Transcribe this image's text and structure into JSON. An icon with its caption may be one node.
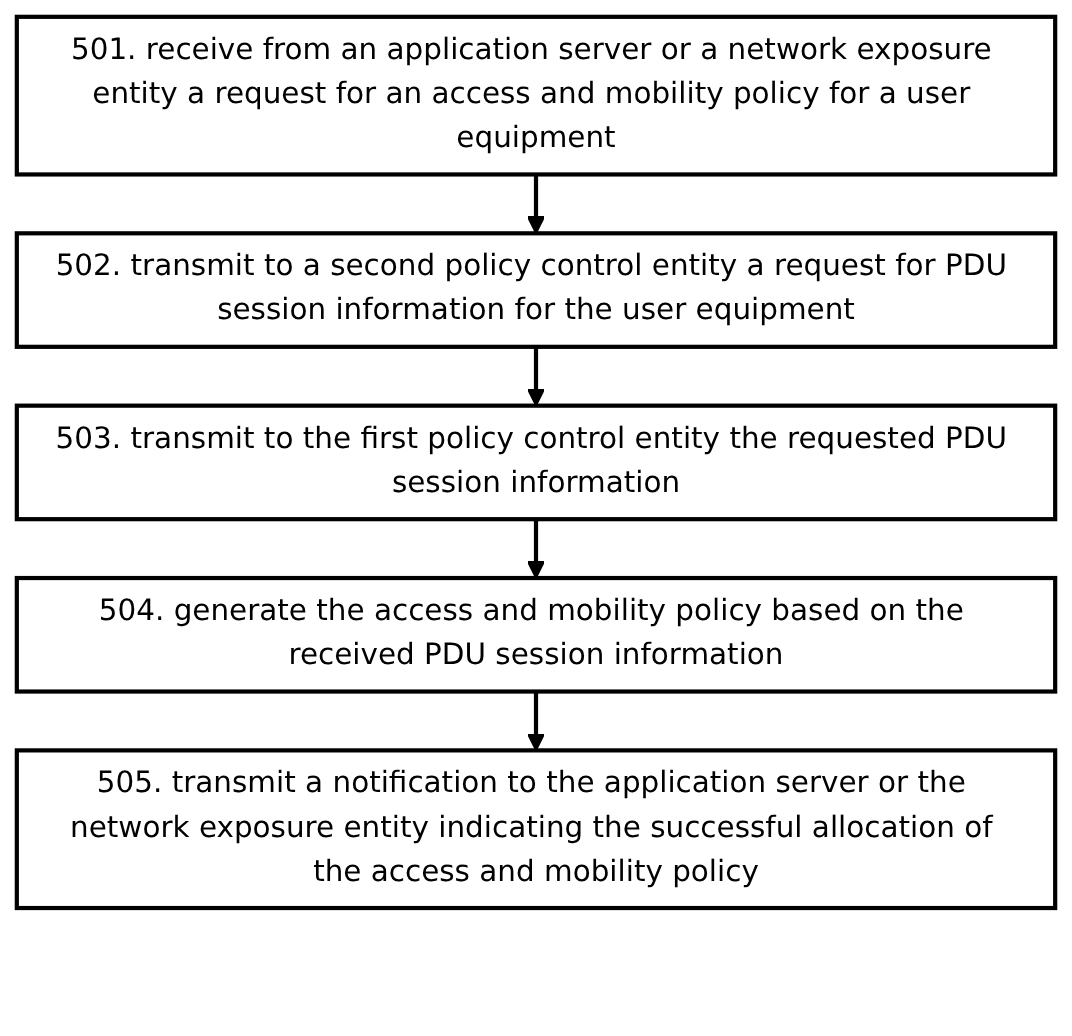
{
  "diagram": {
    "nodes": [
      {
        "text": [
          "501. receive from an application server or a network exposure entity a request for an access and mobility policy for a user equipment"
        ]
      },
      {
        "text": [
          "502. transmit to a second policy control entity a request for PDU session information for the user equipment"
        ]
      },
      {
        "text": [
          "503. transmit to the first policy control entity the requested PDU session information"
        ]
      },
      {
        "text": [
          "504. generate the access and mobility policy based on the received PDU session information"
        ]
      },
      {
        "text": [
          "505. transmit a notification to the application server or the network exposure entity indicating the successful allocation of the access and mobility policy"
        ]
      }
    ],
    "edges": [
      {
        "from": 0,
        "to": 1,
        "arrow": "to"
      },
      {
        "from": 1,
        "to": 2,
        "arrow": "to"
      },
      {
        "from": 2,
        "to": 3,
        "arrow": "to"
      },
      {
        "from": 3,
        "to": 4,
        "arrow": "to"
      }
    ]
  }
}
